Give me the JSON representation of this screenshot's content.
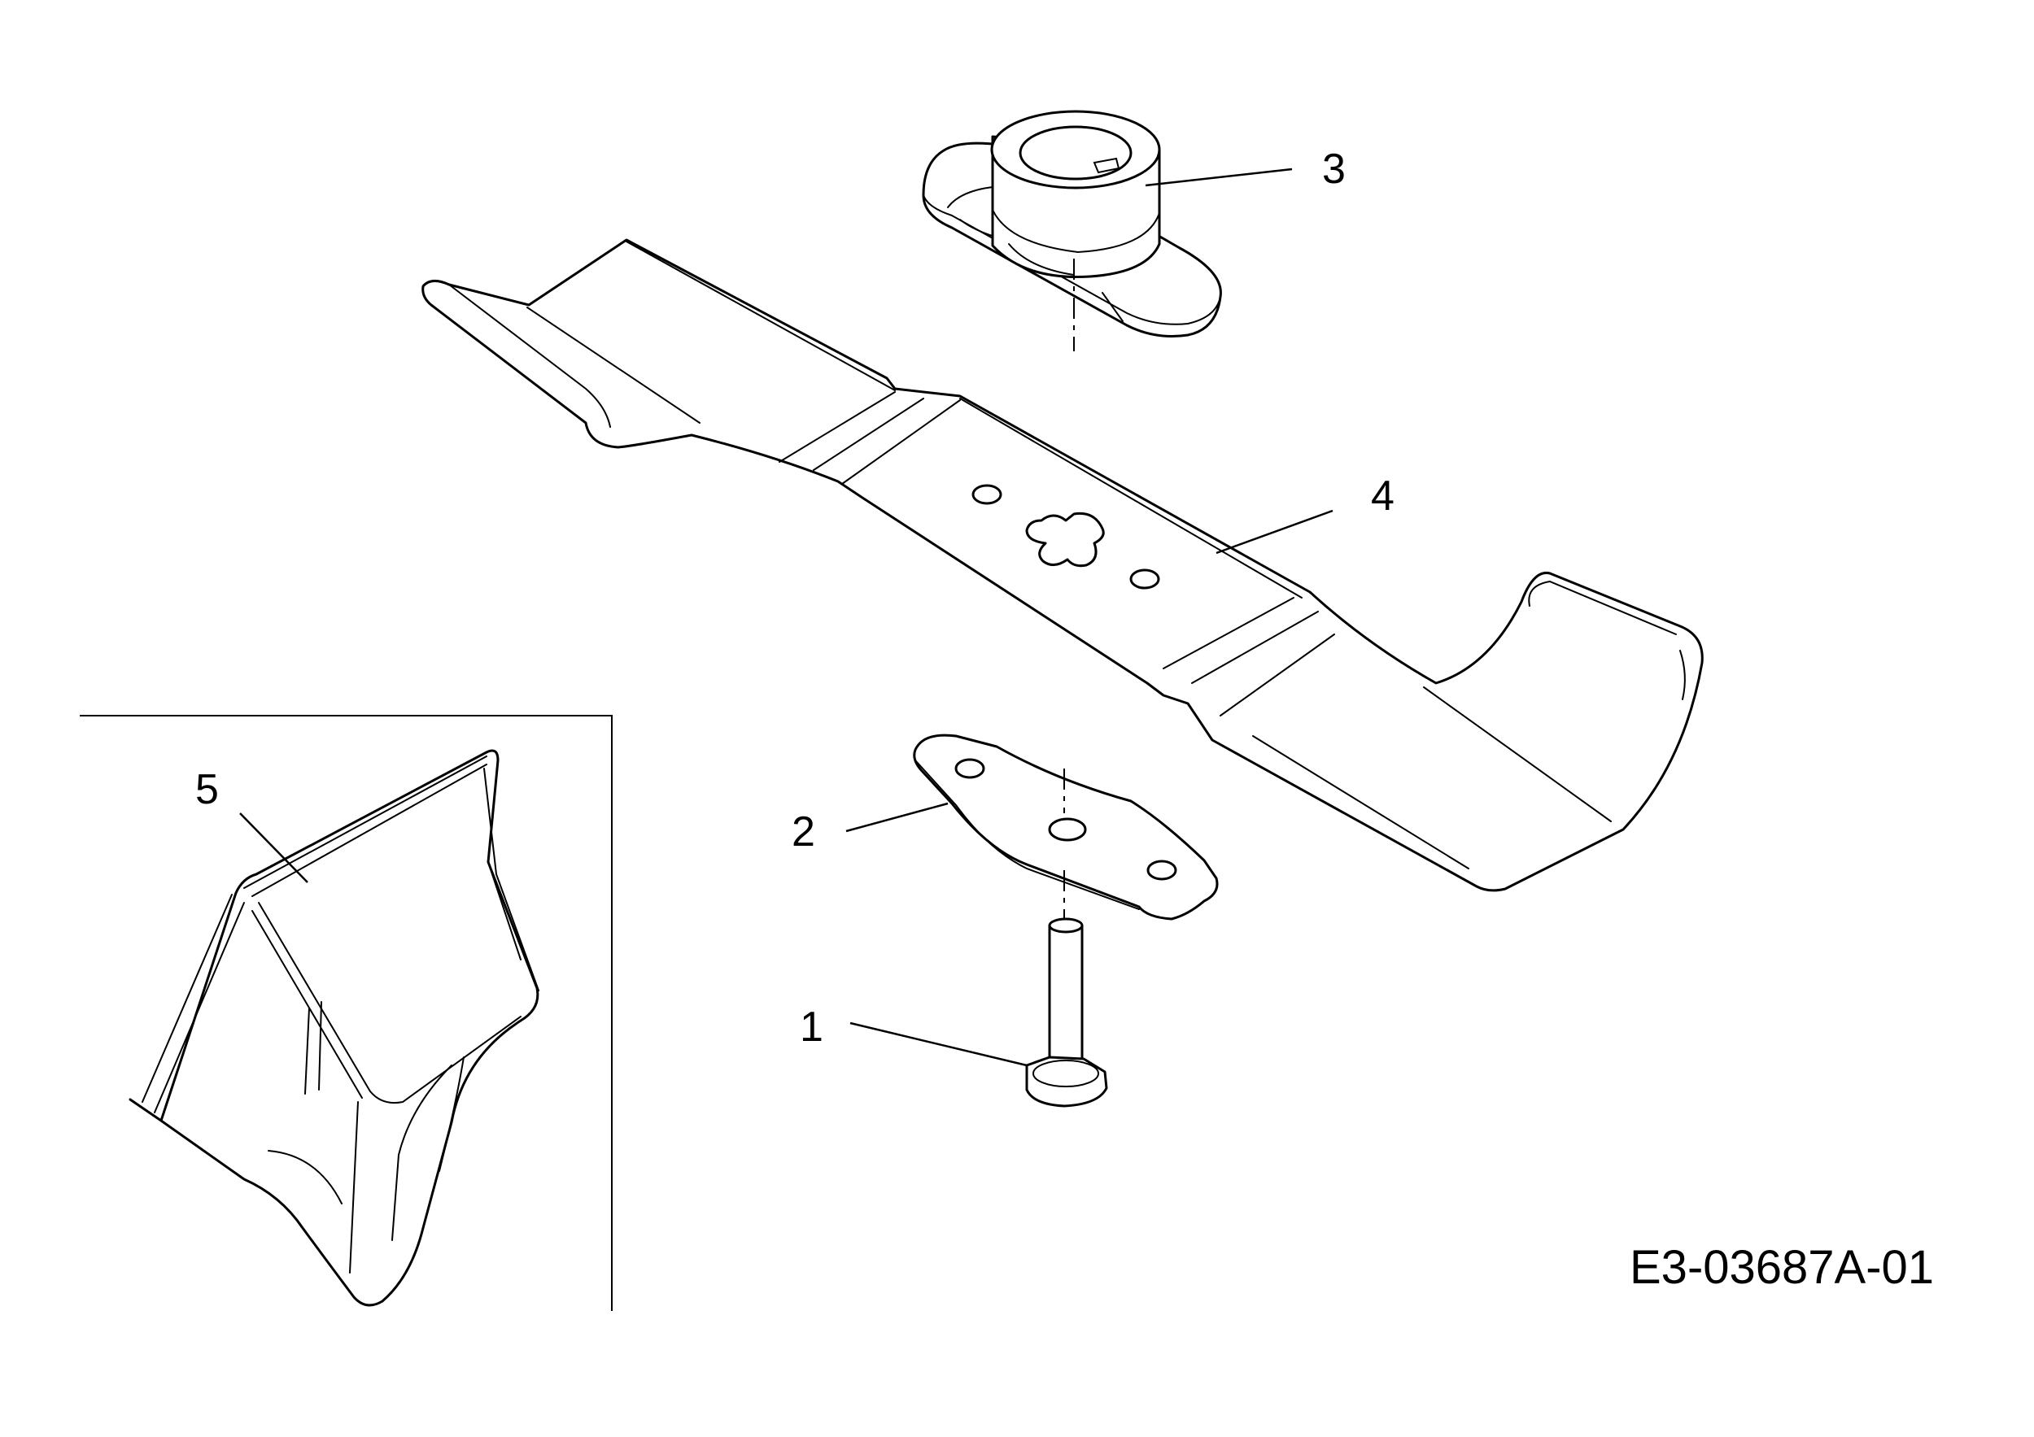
{
  "callouts": {
    "c1": "1",
    "c2": "2",
    "c3": "3",
    "c4": "4",
    "c5": "5"
  },
  "drawing_number": "E3-03687A-01"
}
